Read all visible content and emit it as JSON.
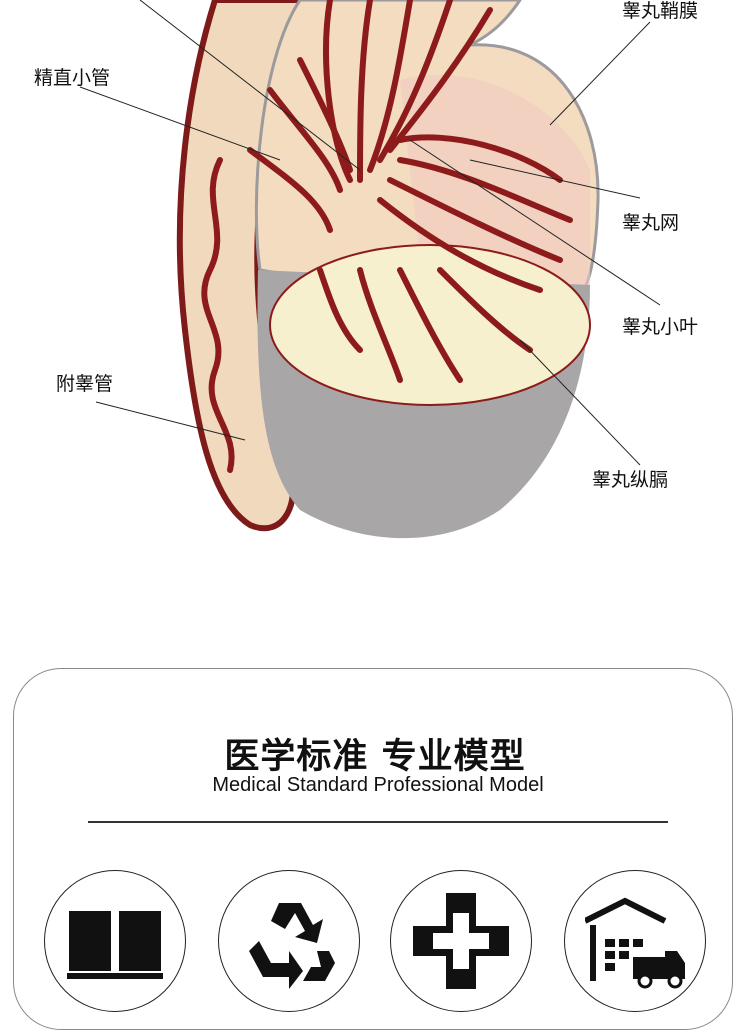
{
  "labels": {
    "tunica_vaginalis": "睾丸鞘膜",
    "tubuli_recti": "精直小管",
    "rete_testis": "睾丸网",
    "lobules": "睾丸小叶",
    "epididymal_duct": "附睾管",
    "mediastinum": "睾丸纵膈"
  },
  "feature": {
    "title": "医学标准 专业模型",
    "subtitle": "Medical Standard Professional Model",
    "icons": [
      "book-icon",
      "recycle-icon",
      "medical-cross-icon",
      "warehouse-truck-icon"
    ]
  },
  "colors": {
    "tubule": "#8e1b1b",
    "tissue": "#f3dcc0",
    "capsule": "#a9a6a8"
  }
}
